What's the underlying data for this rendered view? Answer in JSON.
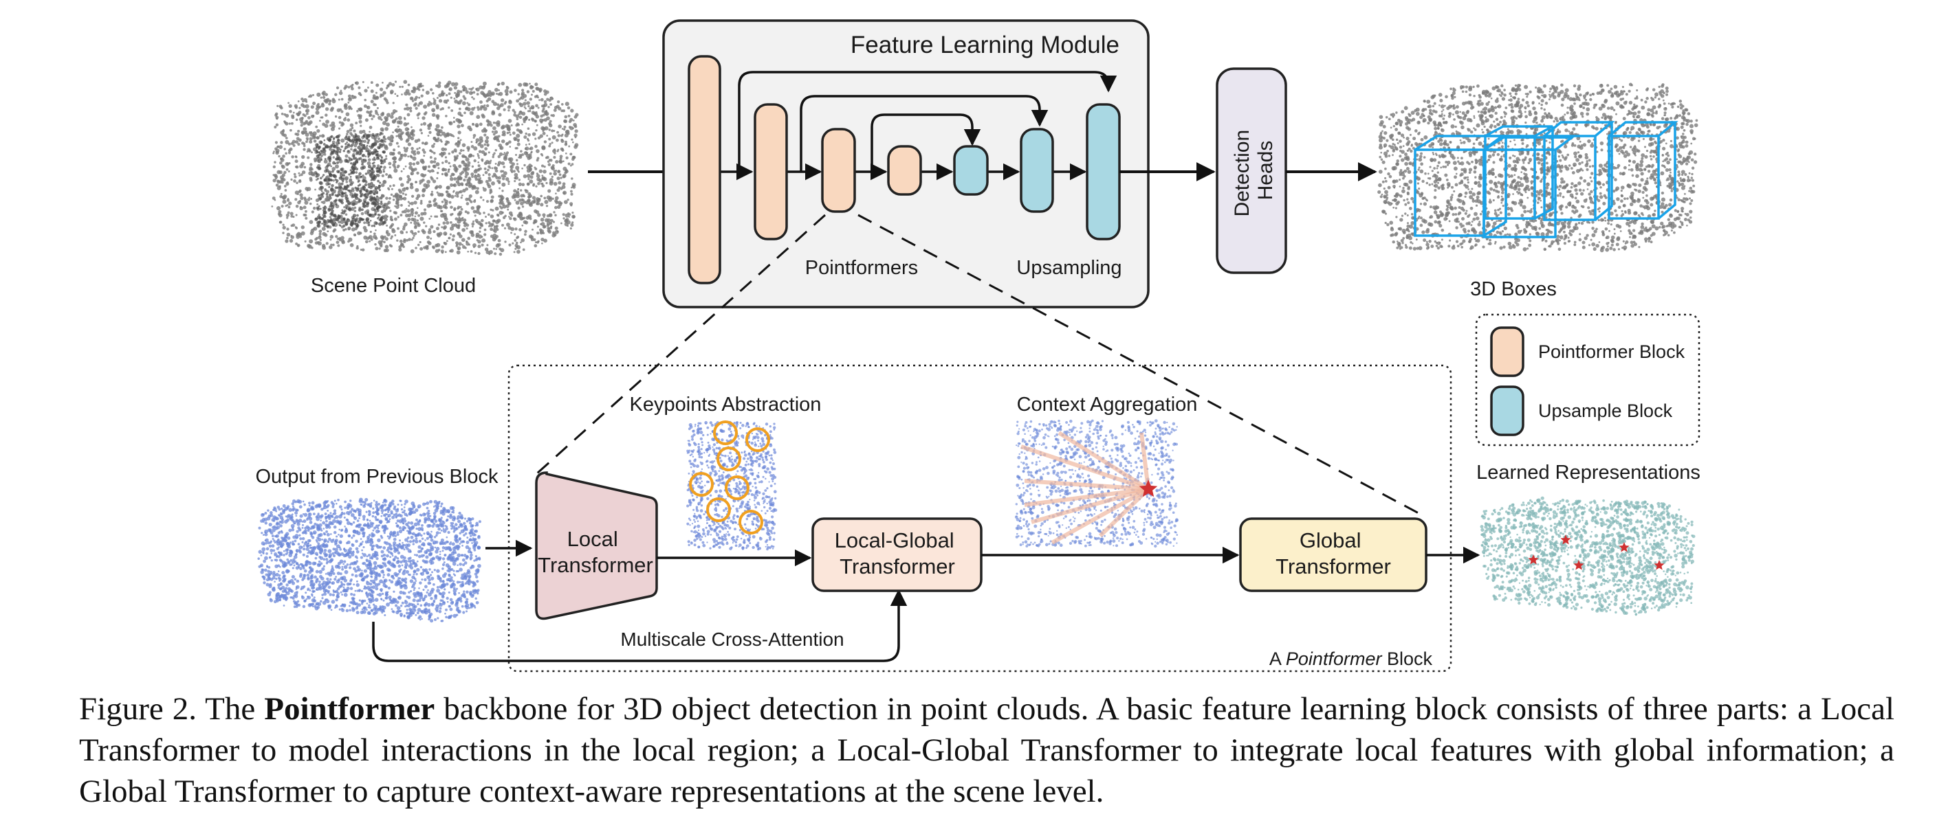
{
  "labels": {
    "feature_learning_module": "Feature Learning Module",
    "pointformers": "Pointformers",
    "upsampling": "Upsampling",
    "scene_point_cloud": "Scene Point Cloud",
    "detection_heads_line1": "Detection",
    "detection_heads_line2": "Heads",
    "boxes_3d": "3D Boxes",
    "legend_pointformer": "Pointformer Block",
    "legend_upsample": "Upsample Block",
    "keypoints_abstraction": "Keypoints Abstraction",
    "context_aggregation": "Context Aggregation",
    "output_prev_block": "Output from Previous Block",
    "local_transformer_line1": "Local",
    "local_transformer_line2": "Transformer",
    "local_global_line1": "Local-Global",
    "local_global_line2": "Transformer",
    "global_line1": "Global",
    "global_line2": "Transformer",
    "learned_representations": "Learned Representations",
    "multiscale_cross_attention": "Multiscale Cross-Attention",
    "block_label_prefix": "A ",
    "block_label_italic": "Pointformer",
    "block_label_suffix": " Block"
  },
  "caption": {
    "prefix": "Figure 2. The ",
    "bold": "Pointformer",
    "rest": " backbone for 3D object detection in point clouds. A basic feature learning block consists of three parts: a Local Transformer to model interactions in the local region; a Local-Global Transformer to integrate local features with global information; a Global Transformer to capture context-aware representations at the scene level."
  },
  "colors": {
    "pointformer_fill": "#f9d8bf",
    "upsample_fill": "#a9d8e3",
    "detection_fill": "#e9e6f0",
    "local_transformer_fill": "#ecd2d4",
    "local_global_fill": "#fbe6da",
    "global_fill": "#fcf0cb",
    "module_bg": "#f2f2f2",
    "box_blue": "#1aa3e8",
    "point_gray": "#7a7a7a",
    "point_blue": "#6c88d8",
    "point_teal": "#86b8b8",
    "keypoint_orange": "#f0a020",
    "star_red": "#d03030"
  }
}
